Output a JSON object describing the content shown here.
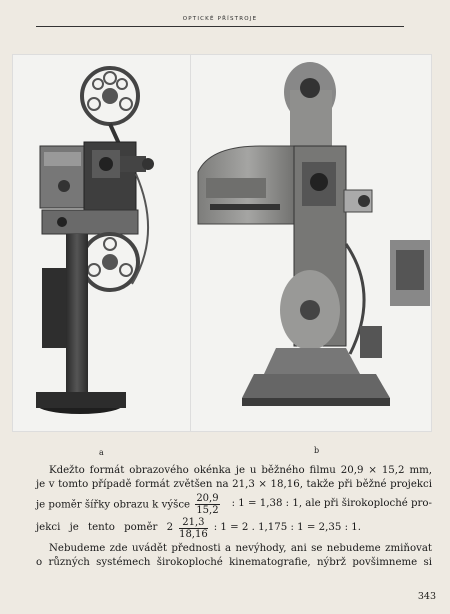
{
  "header": {
    "title": "OPTICKÉ PŘÍSTROJE"
  },
  "figures": {
    "a": {
      "caption": "a"
    },
    "b": {
      "caption": "b"
    }
  },
  "body": {
    "line1": "Kdežto formát obrazového okénka je u běžného filmu 20,9 × 15,2 mm,",
    "line2": "je v tomto případě formát zvětšen na 21,3 × 18,16, takže při běžné projekci",
    "line3_pre": "je poměr šířky obrazu k výšce",
    "line3_num": "20,9",
    "line3_den": "15,2",
    "line3_post": ": 1 = 1,38 : 1,  ale při širokoploché pro-",
    "line4_pre": "jekci je tento poměr 2",
    "line4_num": "21,3",
    "line4_den": "18,16",
    "line4_post": ": 1 = 2 . 1,175 : 1 = 2,35 : 1.",
    "line5": "Nebudeme zde uvádět přednosti a nevýhody, ani se nebudeme zmiňovat",
    "line6": "o různých systémech širokoploché kinematografie, nýbrž povšimneme si"
  },
  "page_number": "343"
}
